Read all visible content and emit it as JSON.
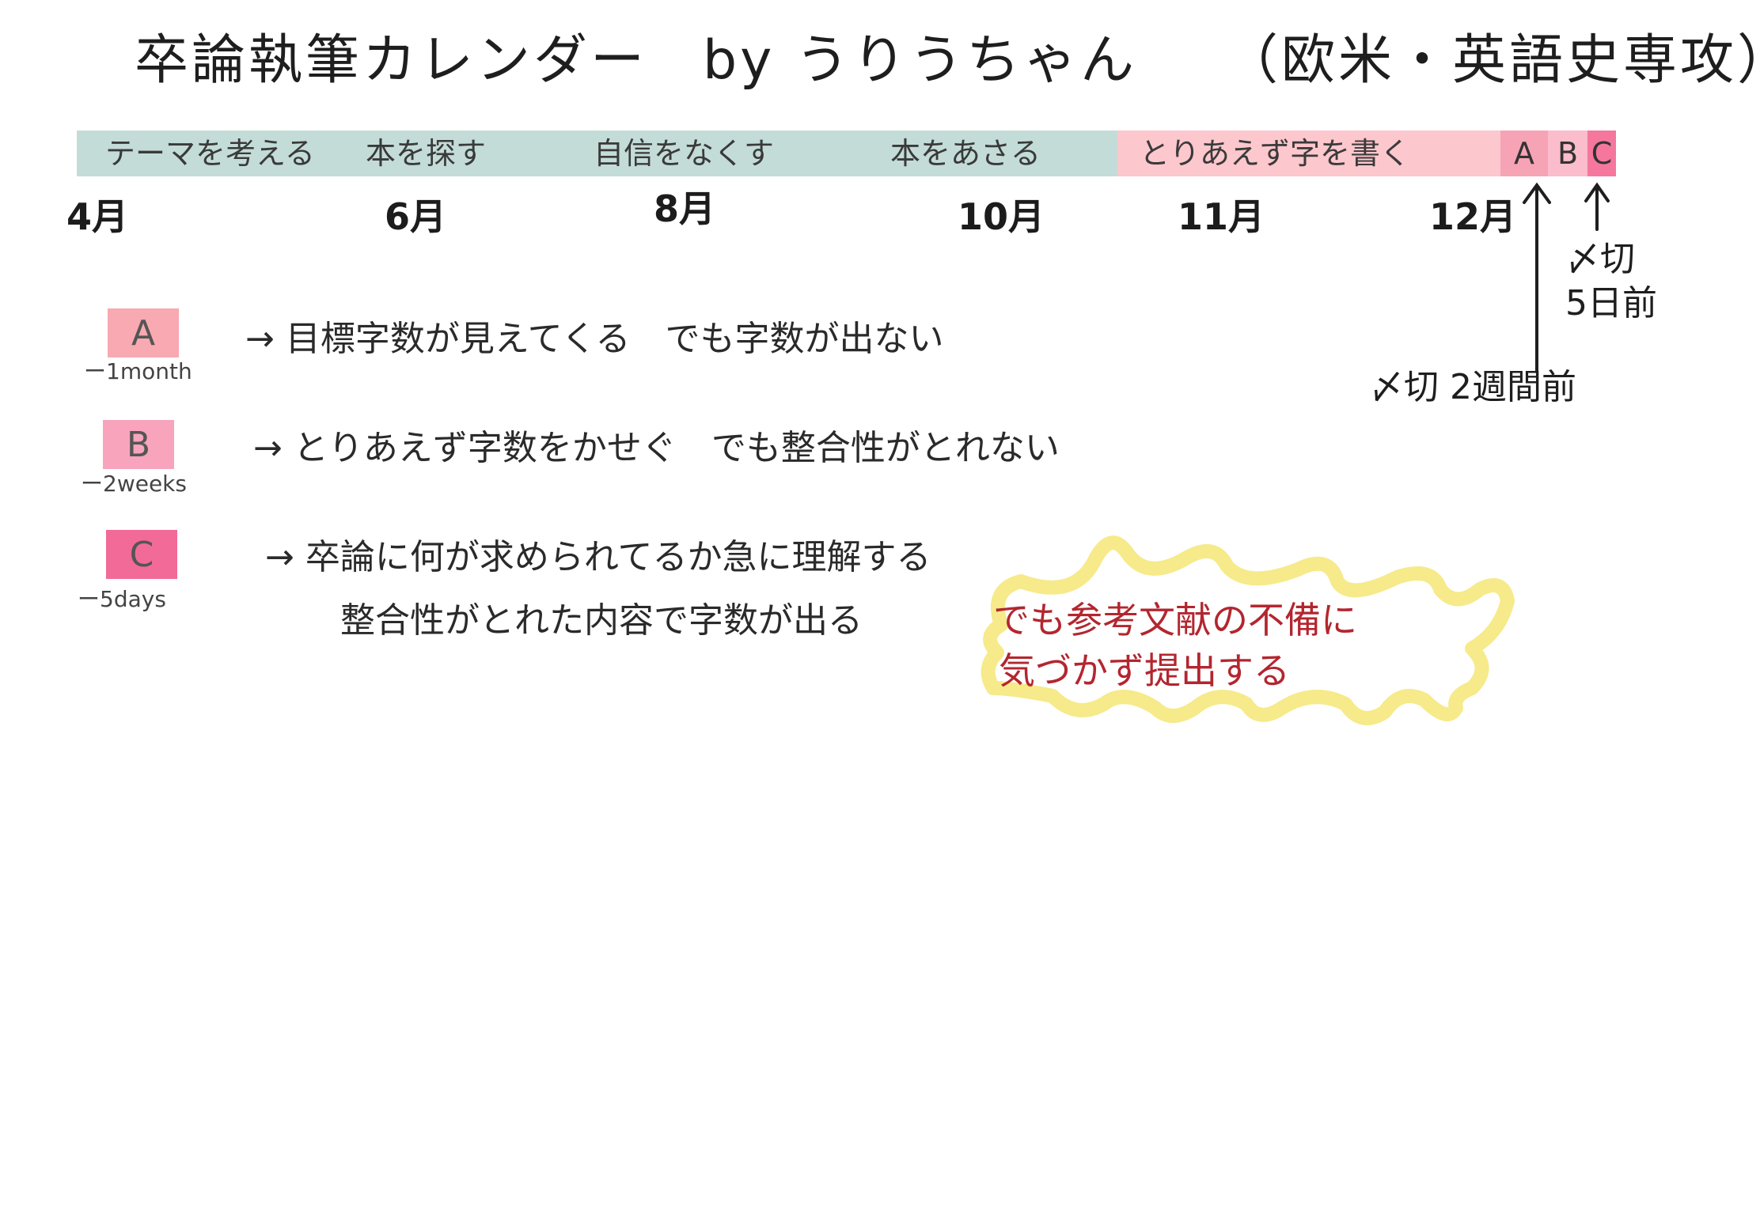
{
  "title": {
    "main": "卒論執筆カレンダー",
    "by": "by うりうちゃん",
    "major": "（欧米・英語史専攻）"
  },
  "timeline": {
    "labels": [
      "テーマを考える",
      "本を探す",
      "自信をなくす",
      "本をあさる",
      "とりあえず字を書く"
    ],
    "segments": [
      "A",
      "B",
      "C"
    ],
    "months": [
      "4月",
      "6月",
      "8月",
      "10月",
      "11月",
      "12月"
    ]
  },
  "deadlines": {
    "five_days": "〆切\n5日前",
    "two_weeks": "〆切 2週間前"
  },
  "legend": [
    {
      "label": "A",
      "duration": "ー1month",
      "text": "→ 目標字数が見えてくる　でも字数が出ない"
    },
    {
      "label": "B",
      "duration": "ー2weeks",
      "text": "→ とりあえず字数をかせぐ　でも整合性がとれない"
    },
    {
      "label": "C",
      "duration": "ー5days",
      "text_line1": "→ 卒論に何が求められてるか急に理解する",
      "text_line2": "整合性がとれた内容で字数が出る"
    }
  ],
  "callout": {
    "line1": "でも参考文献の不備に",
    "line2": "気づかず提出する"
  },
  "colors": {
    "green_bar": "#c3dcd8",
    "pink_bar": "#fcc7cd",
    "segment_a": "#f7a3b6",
    "segment_b": "#fbbccb",
    "segment_c": "#f5779e",
    "callout_outline": "#f6ea8a",
    "callout_text": "#b3262f"
  }
}
